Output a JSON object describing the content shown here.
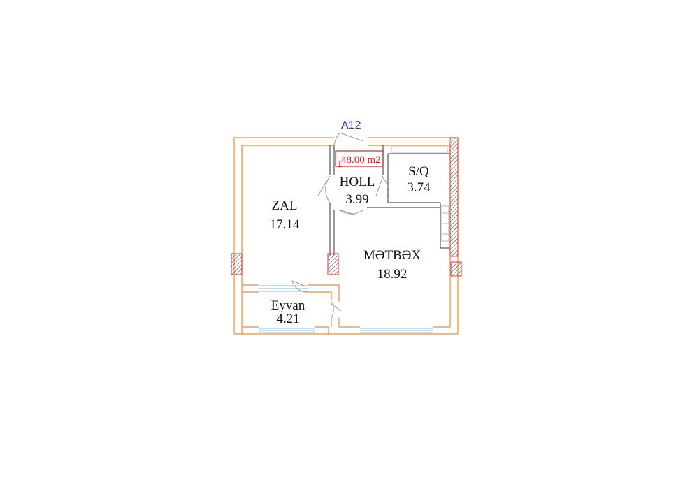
{
  "plan": {
    "unit_code": "A12",
    "total_area": "48.00 m2",
    "total_prefix": "1",
    "colors": {
      "outer_wall": "#f0a050",
      "inner_wall": "#555555",
      "label_blue": "#1f3fd0",
      "label_red": "#e02020",
      "column_fill": "#e05050",
      "window": "#8ab8d8"
    },
    "rooms": [
      {
        "id": "zal",
        "name": "ZAL",
        "area": "17.14"
      },
      {
        "id": "holl",
        "name": "HOLL",
        "area": "3.99"
      },
      {
        "id": "sq",
        "name": "S/Q",
        "area": "3.74"
      },
      {
        "id": "metbex",
        "name": "MƏTBƏX",
        "area": "18.92"
      },
      {
        "id": "eyvan",
        "name": "Eyvan",
        "area": "4.21"
      }
    ]
  }
}
